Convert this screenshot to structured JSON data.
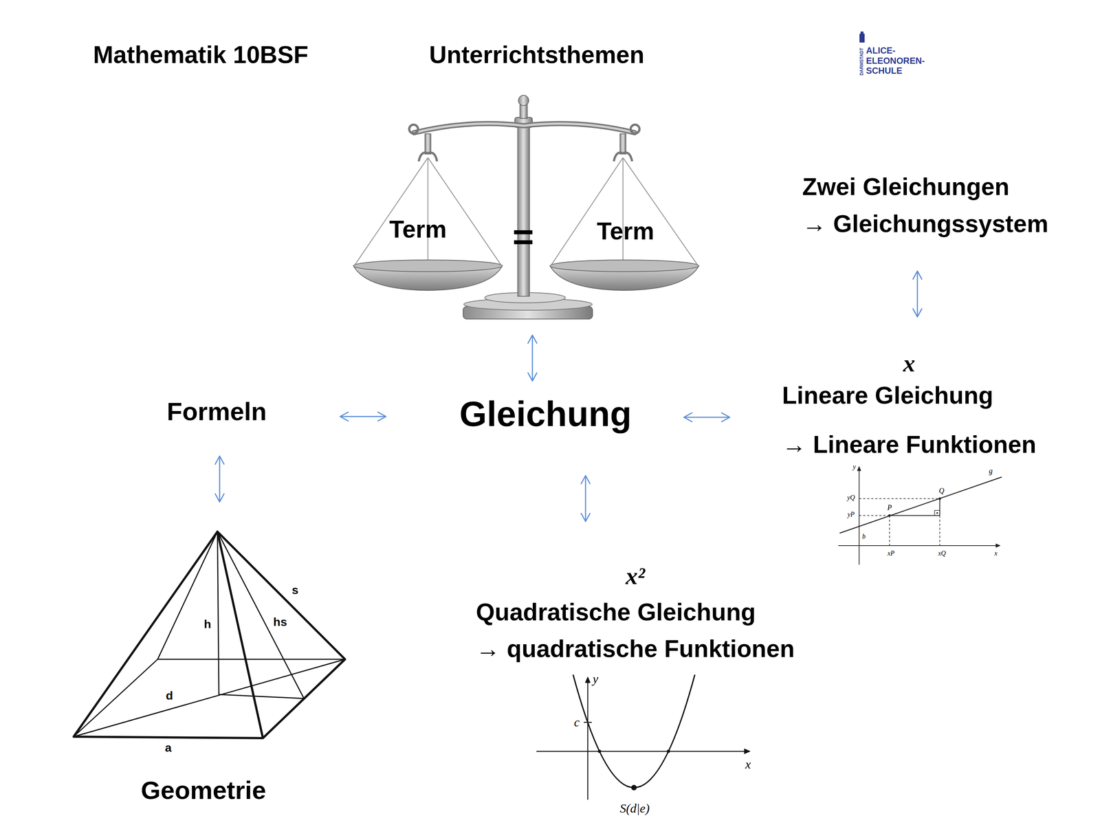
{
  "diagram": {
    "nodes": [
      {
        "text": [
          "Term",
          "=",
          "Term"
        ]
      },
      {
        "text": [
          "Zwei Gleichungen",
          "→ Gleichungssystem"
        ]
      },
      {
        "text": [
          "Formeln"
        ]
      },
      {
        "text": [
          "Gleichung"
        ]
      },
      {
        "text": [
          "x",
          "Lineare Gleichung",
          "→ Lineare Funktionen"
        ]
      },
      {
        "text": [
          "x²",
          "Quadratische Gleichung",
          "→ quadratische Funktionen"
        ]
      },
      {
        "text": [
          "Geometrie"
        ]
      }
    ],
    "edges": [
      {
        "from": 0,
        "to": 3,
        "arrow": "both"
      },
      {
        "from": 2,
        "to": 3,
        "arrow": "both"
      },
      {
        "from": 3,
        "to": 4,
        "arrow": "both"
      },
      {
        "from": 3,
        "to": 5,
        "arrow": "both"
      },
      {
        "from": 1,
        "to": 4,
        "arrow": "both"
      },
      {
        "from": 2,
        "to": 6,
        "arrow": "both"
      }
    ],
    "labels": [
      "Mathematik 10BSF",
      "Unterrichtsthemen",
      "DARMSTADT",
      "ALICE-",
      "ELEONOREN-",
      "SCHULE",
      "y",
      "yQ",
      "yP",
      "b",
      "P",
      "Q",
      "g",
      "xP",
      "xQ",
      "x",
      "s",
      "h",
      "hs",
      "d",
      "a",
      "y",
      "c",
      "x",
      "S(d|e)"
    ]
  }
}
